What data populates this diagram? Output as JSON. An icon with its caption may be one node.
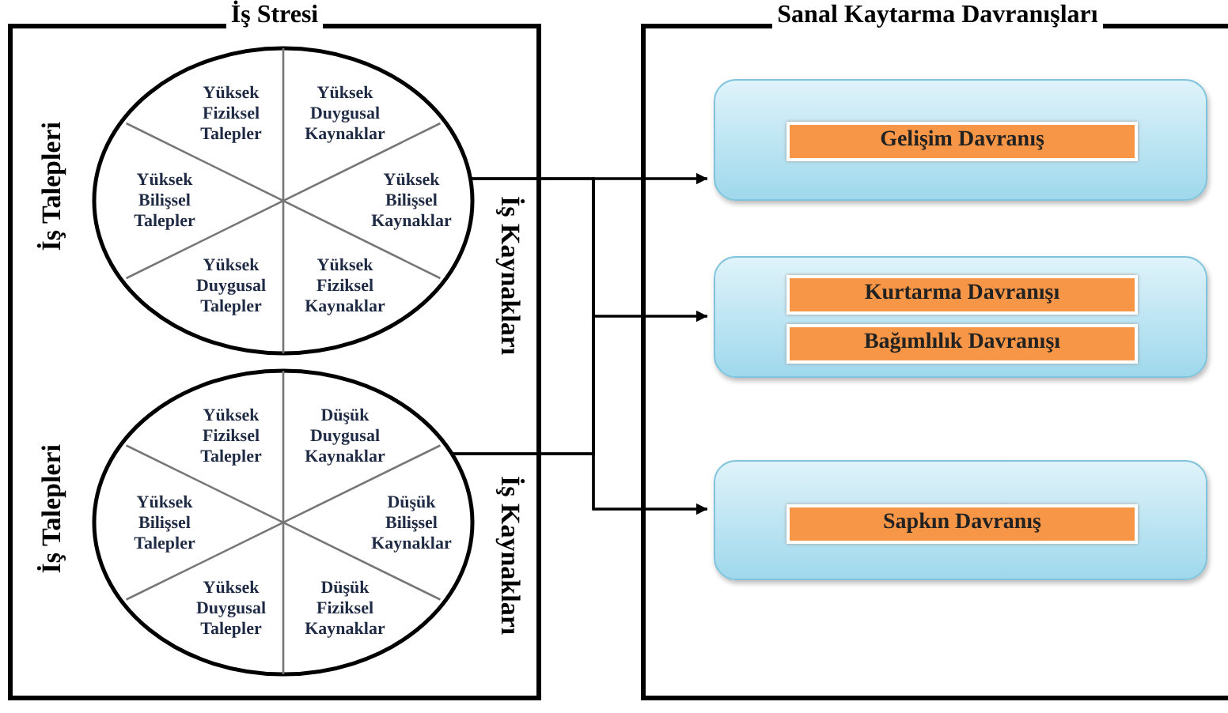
{
  "diagram": {
    "nodes": [
      {
        "text": [
          "İş Stresi"
        ]
      },
      {
        "text": [],
        "shape": "circle",
        "in": 0,
        "beside": [
          "İş Talepleri",
          "İş Kaynakları"
        ]
      },
      {
        "text": [
          "Yüksek Fiziksel Talepler"
        ],
        "in": 1
      },
      {
        "text": [
          "Yüksek Duygusal Kaynaklar"
        ],
        "in": 1
      },
      {
        "text": [
          "Yüksek Bilişsel Talepler"
        ],
        "in": 1
      },
      {
        "text": [
          "Yüksek Bilişsel Kaynaklar"
        ],
        "in": 1
      },
      {
        "text": [
          "Yüksek Duygusal Talepler"
        ],
        "in": 1
      },
      {
        "text": [
          "Yüksek Fiziksel Kaynaklar"
        ],
        "in": 1
      },
      {
        "text": [],
        "shape": "circle",
        "in": 0,
        "beside": [
          "İş Talepleri",
          "İş Kaynakları"
        ]
      },
      {
        "text": [
          "Yüksek Fiziksel Talepler"
        ],
        "in": 8
      },
      {
        "text": [
          "Düşük Duygusal Kaynaklar"
        ],
        "in": 8
      },
      {
        "text": [
          "Yüksek Bilişsel Talepler"
        ],
        "in": 8
      },
      {
        "text": [
          "Düşük Bilişsel Kaynaklar"
        ],
        "in": 8
      },
      {
        "text": [
          "Yüksek Duygusal Talepler"
        ],
        "in": 8
      },
      {
        "text": [
          "Düşük Fiziksel Kaynaklar"
        ],
        "in": 8
      },
      {
        "text": [
          "Sanal Kaytarma Davranışları"
        ]
      },
      {
        "text": [],
        "shape": "box",
        "in": 15
      },
      {
        "text": [
          "Gelişim Davranış"
        ],
        "in": 16
      },
      {
        "text": [],
        "shape": "box",
        "in": 15
      },
      {
        "text": [
          "Kurtarma Davranışı"
        ],
        "in": 18
      },
      {
        "text": [
          "Bağımlılık Davranışı"
        ],
        "in": 18
      },
      {
        "text": [],
        "shape": "box",
        "in": 15
      },
      {
        "text": [
          "Sapkın Davranış"
        ],
        "in": 21
      }
    ],
    "edges": [
      {
        "from": 1,
        "to": 16,
        "arrow": "to"
      },
      {
        "from": 1,
        "to": 18,
        "arrow": "to"
      },
      {
        "from": 1,
        "to": 21,
        "arrow": "to"
      },
      {
        "from": 8,
        "to": 16,
        "arrow": "to"
      },
      {
        "from": 8,
        "to": 18,
        "arrow": "to"
      },
      {
        "from": 8,
        "to": 21,
        "arrow": "to"
      }
    ]
  }
}
